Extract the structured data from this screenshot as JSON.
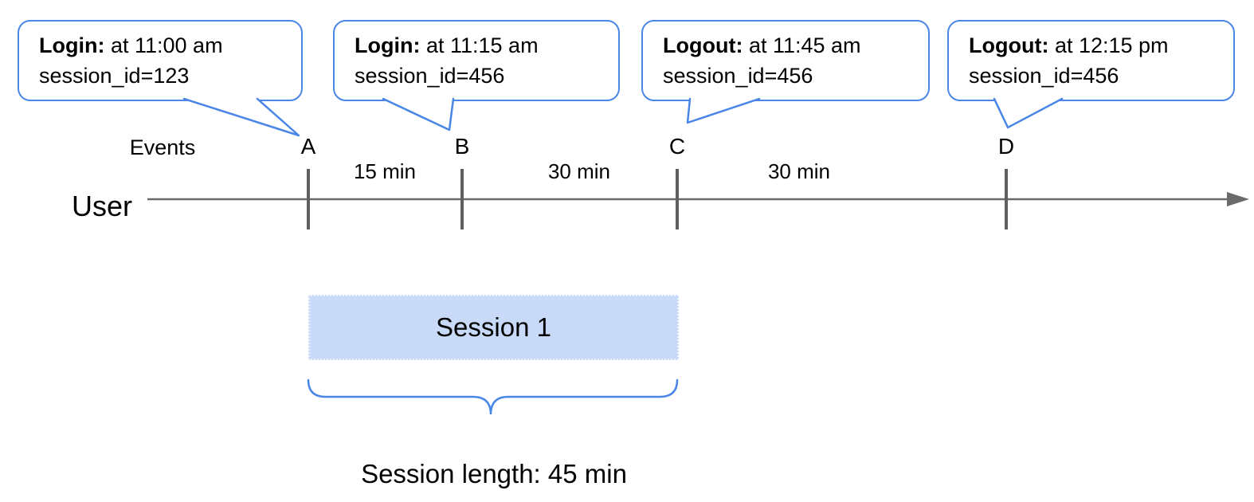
{
  "bubbles": [
    {
      "title": "Login:",
      "time": " at 11:00 am",
      "session": "session_id=123",
      "event": "A"
    },
    {
      "title": "Login:",
      "time": " at 11:15 am",
      "session": "session_id=456",
      "event": "B"
    },
    {
      "title": "Logout:",
      "time": " at 11:45 am",
      "session": "session_id=456",
      "event": "C"
    },
    {
      "title": "Logout:",
      "time": " at 12:15 pm",
      "session": "session_id=456",
      "event": "D"
    }
  ],
  "timeline": {
    "user_label": "User",
    "events_label": "Events",
    "event_markers": [
      "A",
      "B",
      "C",
      "D"
    ],
    "intervals": [
      "15 min",
      "30 min",
      "30 min"
    ]
  },
  "session": {
    "box_label": "Session 1",
    "length_label": "Session length: 45 min"
  },
  "colors": {
    "bubble_blue": "#4a86e8",
    "session_fill": "#c9daf8",
    "line_gray": "#6a6a6a",
    "tick_gray": "#5f5f5f",
    "text_black": "#000000"
  }
}
